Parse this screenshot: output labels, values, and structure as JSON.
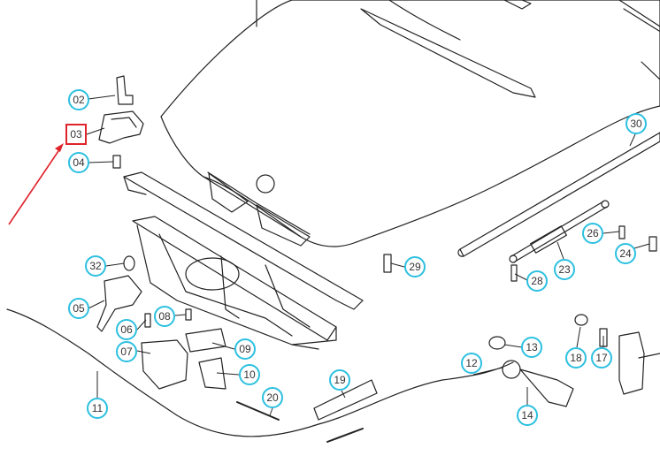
{
  "diagram": {
    "selected_part": "03",
    "callouts": [
      "02",
      "03",
      "04",
      "05",
      "06",
      "07",
      "08",
      "09",
      "10",
      "11",
      "12",
      "13",
      "14",
      "17",
      "18",
      "19",
      "20",
      "23",
      "24",
      "26",
      "28",
      "29",
      "30",
      "32"
    ],
    "colors": {
      "callout_border": "#2cc0e0",
      "selected_border": "#e0232a",
      "arrow": "#e0232a",
      "line": "#222222"
    }
  }
}
